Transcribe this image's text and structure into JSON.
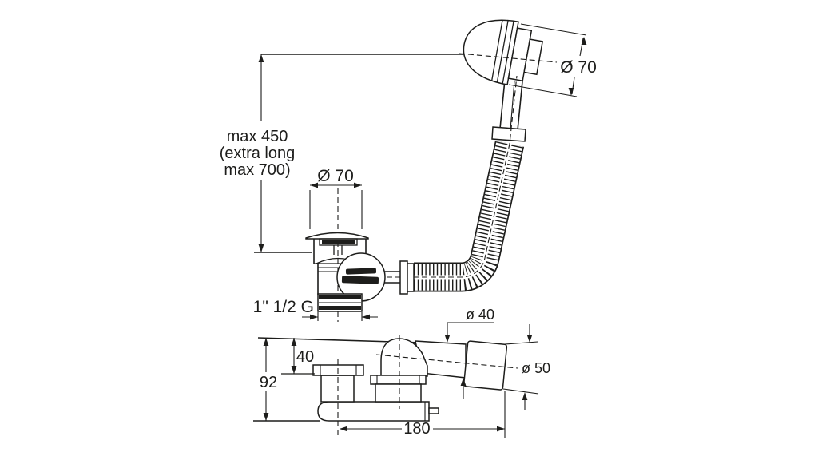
{
  "main_view": {
    "height_note_lines": [
      "max 450",
      "(extra long",
      "max 700)"
    ],
    "plug_diameter": "Ø 70",
    "knob_diameter": "Ø 70",
    "thread_label": "1\" 1/2 G"
  },
  "side_view": {
    "total_height": "92",
    "flange_offset": "40",
    "body_length": "180",
    "outlet_small_diameter": "ø 40",
    "outlet_large_diameter": "ø 50"
  },
  "colors": {
    "line": "#1d1d1b",
    "background": "#ffffff"
  }
}
